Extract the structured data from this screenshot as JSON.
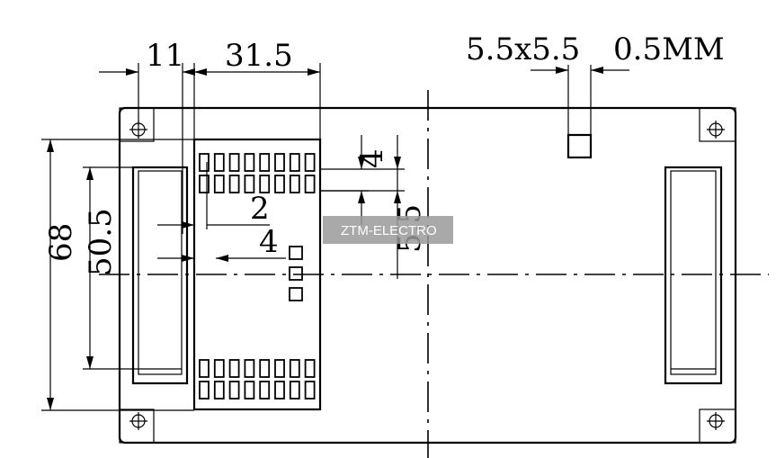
{
  "dimensions": {
    "width_11": "11",
    "width_31_5": "31.5",
    "square": "5.5x5.5",
    "thickness": "0.5MM",
    "height_68": "68",
    "height_50_5": "50.5",
    "gap_2": "2",
    "gap_4": "4",
    "pitch_4": "4",
    "offset_5_5": "5.5"
  },
  "watermark": "ZTM-ELECTRO",
  "pad_grid": {
    "top_rows": 2,
    "bottom_rows": 2,
    "columns": 8,
    "middle_pads": 3
  }
}
